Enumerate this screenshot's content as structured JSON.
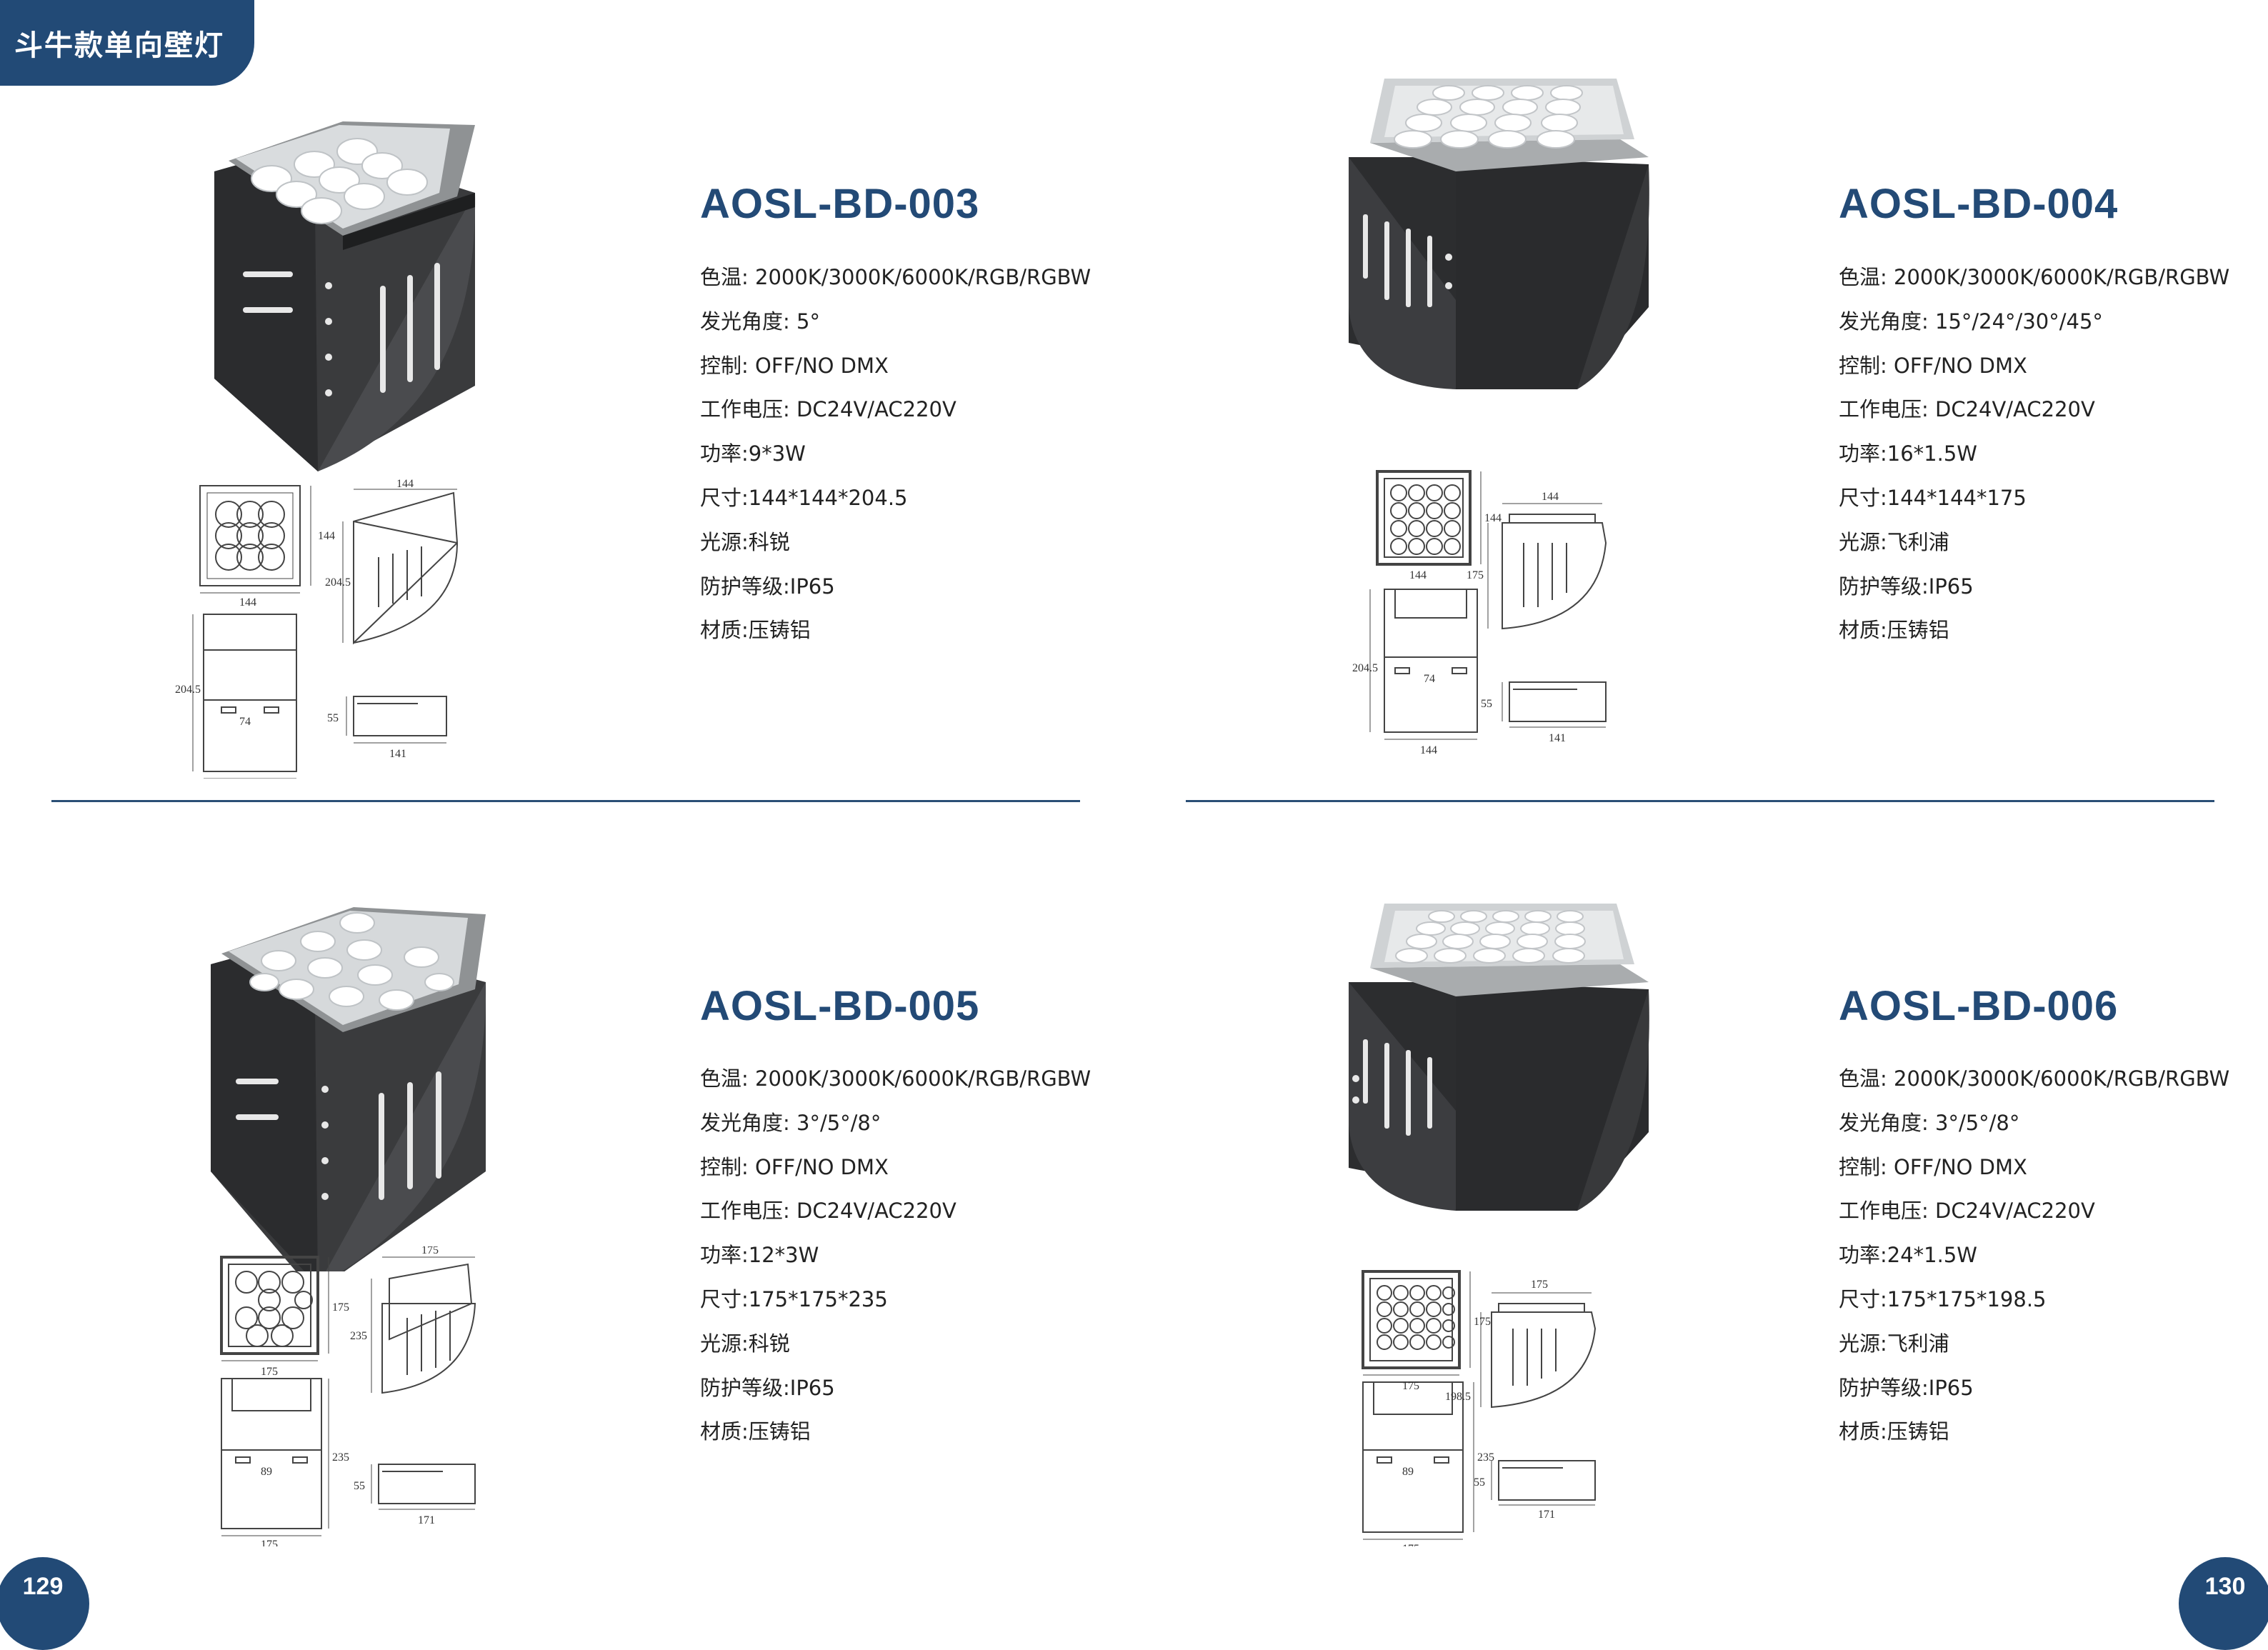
{
  "category_tag": "斗牛款单向壁灯",
  "pages": {
    "left": "129",
    "right": "130"
  },
  "products": [
    {
      "model": "AOSL-BD-003",
      "specs": [
        "色温: 2000K/3000K/6000K/RGB/RGBW",
        "发光角度: 5°",
        "控制: OFF/NO DMX",
        "工作电压: DC24V/AC220V",
        "功率:9*3W",
        "尺寸:144*144*204.5",
        "光源:科锐",
        "防护等级:IP65",
        "材质:压铸铝"
      ],
      "drawing": {
        "w": "144",
        "h": "204.5",
        "d": "144",
        "leg": "74",
        "drv_h": "55",
        "drv_w": "141"
      }
    },
    {
      "model": "AOSL-BD-004",
      "specs": [
        "色温: 2000K/3000K/6000K/RGB/RGBW",
        "发光角度: 15°/24°/30°/45°",
        "控制: OFF/NO DMX",
        "工作电压: DC24V/AC220V",
        "功率:16*1.5W",
        "尺寸:144*144*175",
        "光源:飞利浦",
        "防护等级:IP65",
        "材质:压铸铝"
      ],
      "drawing": {
        "w": "144",
        "h": "175",
        "side_h": "204.5",
        "d": "144",
        "leg": "74",
        "drv_h": "55",
        "drv_w": "141"
      }
    },
    {
      "model": "AOSL-BD-005",
      "specs": [
        "色温: 2000K/3000K/6000K/RGB/RGBW",
        "发光角度: 3°/5°/8°",
        "控制: OFF/NO DMX",
        "工作电压: DC24V/AC220V",
        "功率:12*3W",
        "尺寸:175*175*235",
        "光源:科锐",
        "防护等级:IP65",
        "材质:压铸铝"
      ],
      "drawing": {
        "w": "175",
        "h": "235",
        "d": "175",
        "leg": "89",
        "drv_h": "55",
        "drv_w": "171"
      }
    },
    {
      "model": "AOSL-BD-006",
      "specs": [
        "色温: 2000K/3000K/6000K/RGB/RGBW",
        "发光角度: 3°/5°/8°",
        "控制: OFF/NO DMX",
        "工作电压: DC24V/AC220V",
        "功率:24*1.5W",
        "尺寸:175*175*198.5",
        "光源:飞利浦",
        "防护等级:IP65",
        "材质:压铸铝"
      ],
      "drawing": {
        "w": "175",
        "h": "198.5",
        "side_h": "235",
        "d": "175",
        "leg": "89",
        "drv_h": "55",
        "drv_w": "171"
      }
    }
  ]
}
